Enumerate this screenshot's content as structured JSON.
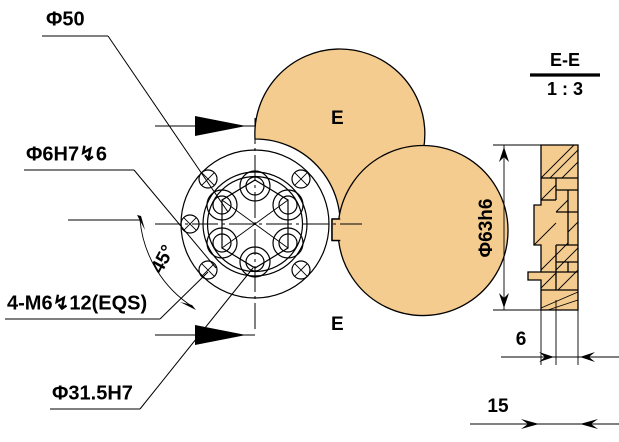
{
  "drawing": {
    "type": "engineering-drawing",
    "part": "flange-face-plate",
    "colors": {
      "material_fill": "#f5cc8f",
      "line": "#000000",
      "background": "#ffffff"
    },
    "front_view": {
      "labels": {
        "outer_diameter": "Φ50",
        "dowel_hole": "Φ6H7↯6",
        "tapped_holes": "4-M6↯12(EQS)",
        "bore": "Φ31.5H7",
        "angle": "45°"
      },
      "section_marks": {
        "top": "E",
        "bottom": "E"
      }
    },
    "section_view": {
      "title": "E-E",
      "scale": "1 : 3",
      "labels": {
        "vertical_diameter": "Φ63h6",
        "dim_6": "6",
        "dim_15": "15"
      }
    }
  }
}
